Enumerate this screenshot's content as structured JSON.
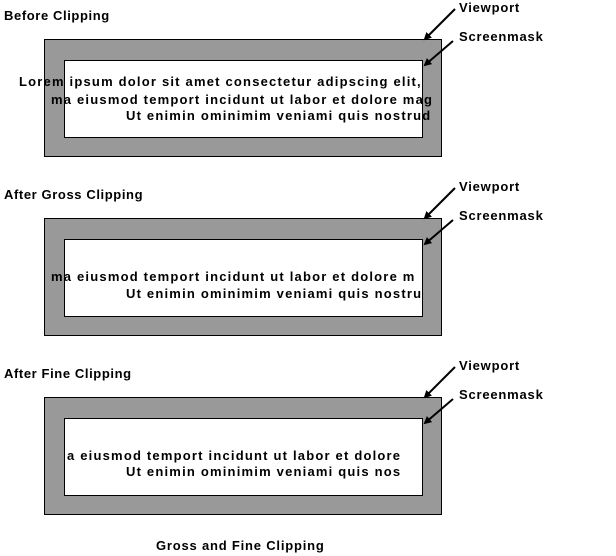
{
  "panels": [
    {
      "title": "Before Clipping",
      "viewport_label": "Viewport",
      "screenmask_label": "Screenmask",
      "lines": [
        "Lorem ipsum dolor sit amet consectetur adipscing elit,",
        "ma eiusmod temport incidunt ut labor et dolore mag",
        "Ut enimin ominimim veniami quis nostrud"
      ]
    },
    {
      "title": "After Gross Clipping",
      "viewport_label": "Viewport",
      "screenmask_label": "Screenmask",
      "lines": [
        "ma eiusmod temport incidunt ut labor et dolore m",
        "Ut enimin ominimim veniami quis nostru"
      ]
    },
    {
      "title": "After Fine Clipping",
      "viewport_label": "Viewport",
      "screenmask_label": "Screenmask",
      "lines": [
        "a eiusmod temport incidunt ut labor et dolore",
        "Ut enimin ominimim veniami quis nos"
      ]
    }
  ],
  "caption": "Gross and Fine Clipping",
  "colors": {
    "viewport_fill": "#999999",
    "screenmask_fill": "#ffffff",
    "outline": "#000000"
  }
}
